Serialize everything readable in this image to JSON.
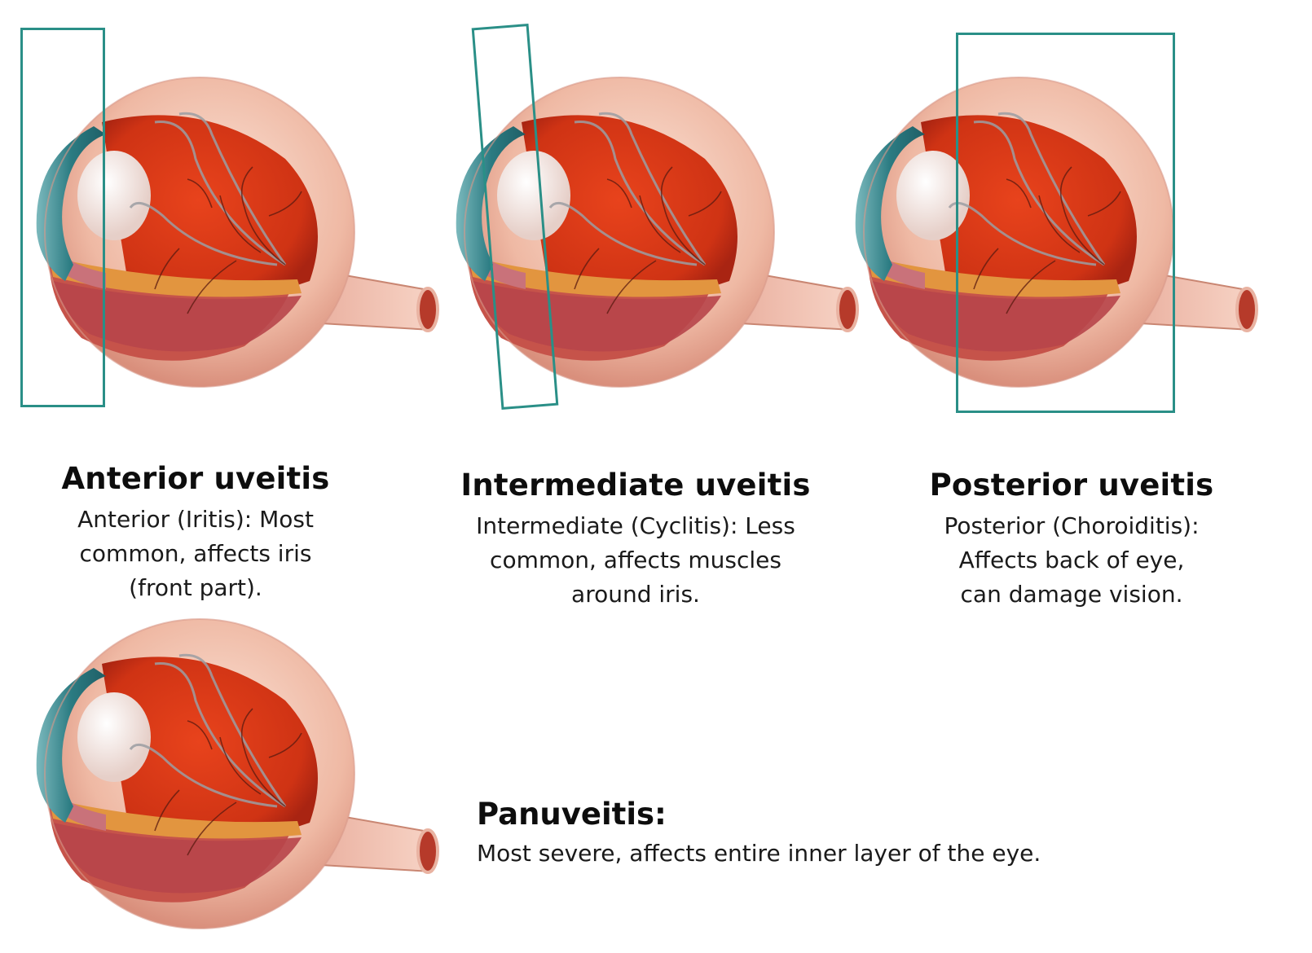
{
  "colors": {
    "region_box": "#2a8f87",
    "sclera": "#f1c2b0",
    "retina": "#d93a1a",
    "iris": "#2b7b82",
    "lens": "#f6ece6",
    "choroid": "#e2953f"
  },
  "panels": [
    {
      "title": "Anterior uveitis",
      "description": "Anterior (Iritis): Most\ncommon, affects iris\n(front part)."
    },
    {
      "title": "Intermediate uveitis",
      "description": "Intermediate (Cyclitis): Less\ncommon, affects muscles\naround iris."
    },
    {
      "title": "Posterior uveitis",
      "description": "Posterior (Choroiditis):\nAffects back of eye,\ncan damage vision."
    },
    {
      "title": "Panuveitis:",
      "description": "Most severe, affects entire inner layer of the eye."
    }
  ]
}
